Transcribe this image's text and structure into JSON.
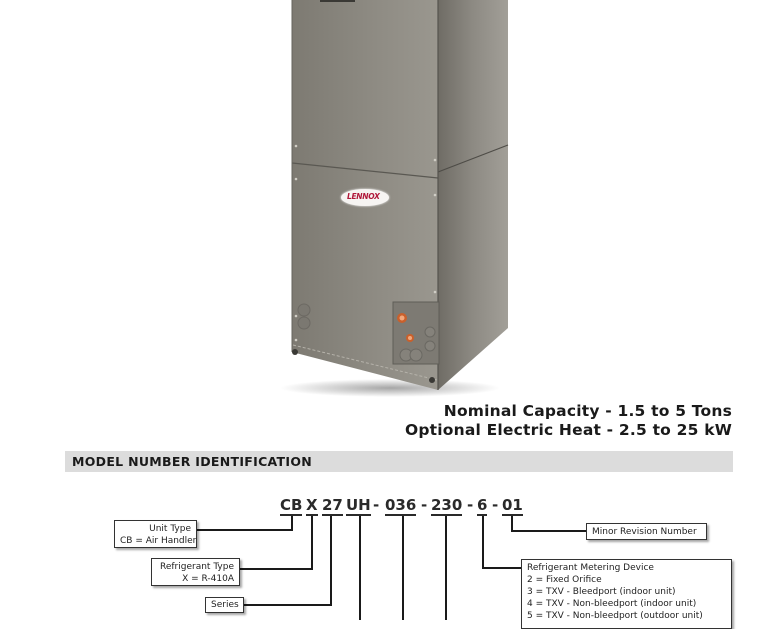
{
  "product": {
    "brand_logo": "LENNOX",
    "image_alt": "Air handler cabinet"
  },
  "specs": {
    "nominal_capacity": "Nominal Capacity - 1.5 to 5 Tons",
    "electric_heat": "Optional Electric Heat - 2.5 to 25 kW"
  },
  "section": {
    "title": "MODEL NUMBER IDENTIFICATION"
  },
  "model_code": {
    "segments": [
      "CB",
      "X",
      "27",
      "UH",
      "036",
      "230",
      "6",
      "01"
    ],
    "separator": "-"
  },
  "callouts": {
    "unit_type": {
      "title": "Unit Type",
      "value": "CB = Air Handler"
    },
    "refrigerant_type": {
      "title": "Refrigerant Type",
      "value": "X = R-410A"
    },
    "series": {
      "title": "Series"
    },
    "minor_revision": {
      "title": "Minor Revision Number"
    },
    "metering_device": {
      "title": "Refrigerant Metering Device",
      "items": [
        "2 = Fixed Orifice",
        "3 = TXV - Bleedport (indoor unit)",
        "4 = TXV - Non-bleedport (indoor unit)",
        "5 = TXV - Non-bleedport (outdoor unit)"
      ]
    }
  },
  "colors": {
    "cabinet": "#8a877f",
    "band": "#dcdcdc",
    "logo_red": "#b0183a"
  }
}
